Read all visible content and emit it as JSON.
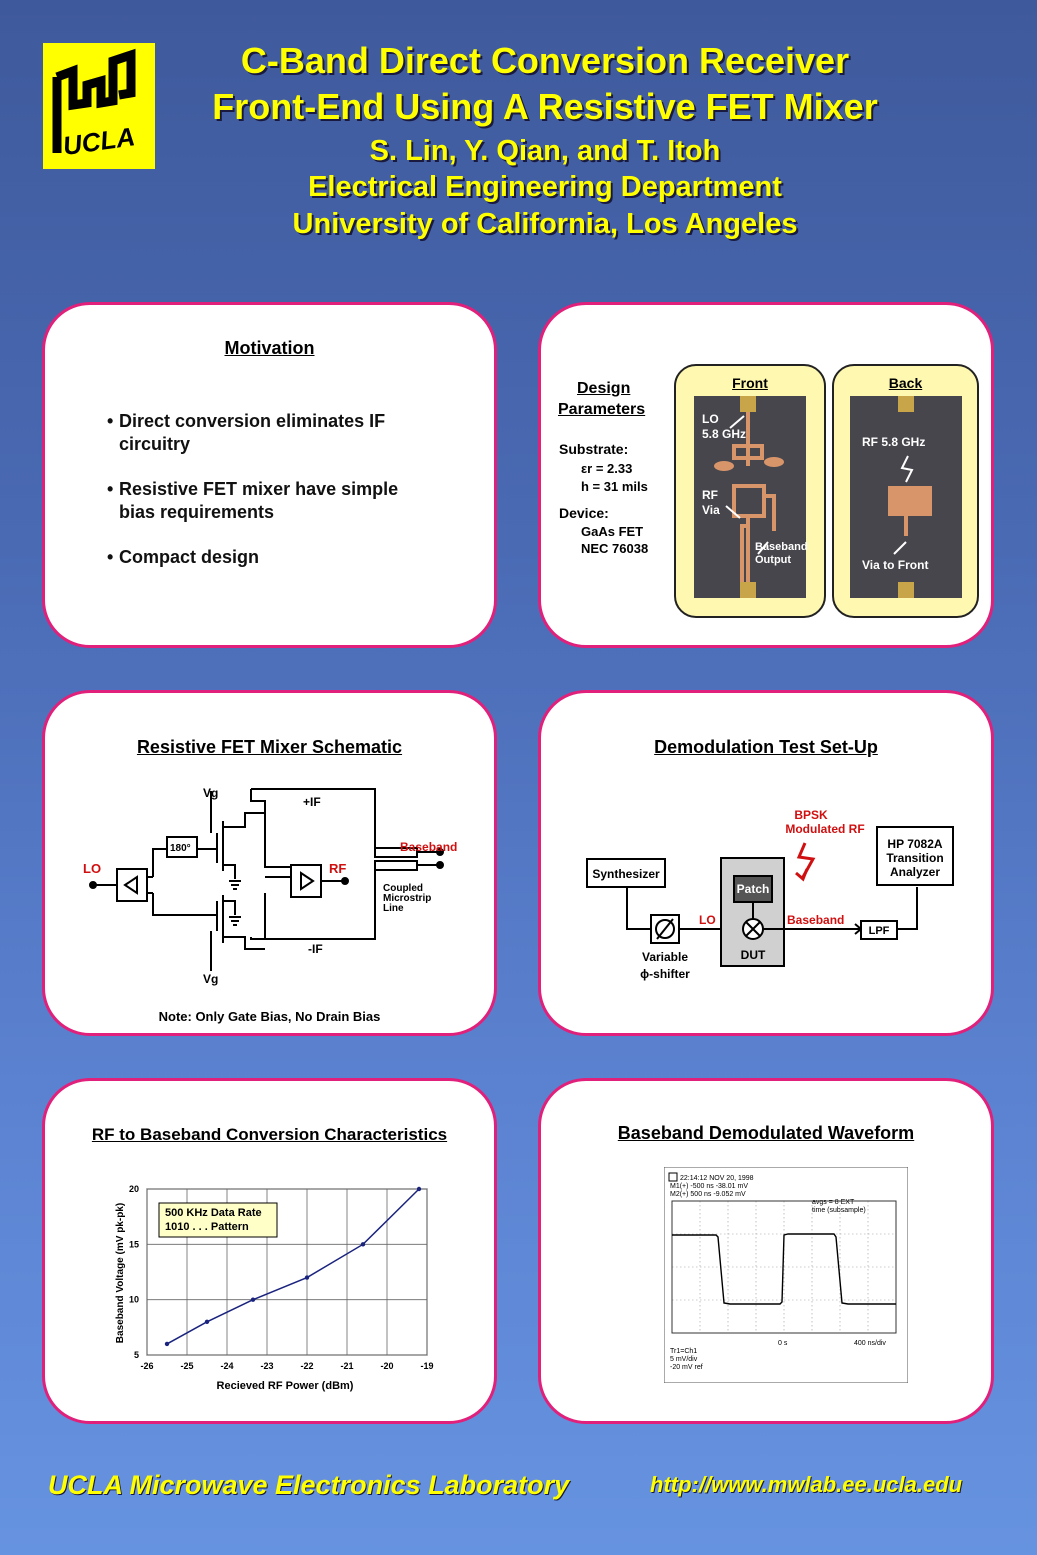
{
  "header": {
    "title_line1": "C-Band Direct Conversion Receiver",
    "title_line2": "Front-End Using A Resistive FET Mixer",
    "authors": "S. Lin, Y. Qian, and T. Itoh",
    "department": "Electrical Engineering Department",
    "university": "University of California, Los Angeles",
    "logo_text": "UCLA"
  },
  "motivation": {
    "title": "Motivation",
    "bullets": [
      "Direct conversion eliminates IF circuitry",
      "Resistive FET mixer have simple bias requirements",
      "Compact design"
    ]
  },
  "design": {
    "title_line1": "Design",
    "title_line2": "Parameters",
    "substrate_label": "Substrate:",
    "er": "εr = 2.33",
    "h": "h = 31 mils",
    "device_label": "Device:",
    "device1": "GaAs FET",
    "device2": "NEC 76038",
    "front_label": "Front",
    "back_label": "Back",
    "lo_label": "LO",
    "lo_freq": "5.8 GHz",
    "rf_label": "RF",
    "via_label": "Via",
    "baseband_label": "Baseband",
    "output_label": "Output",
    "rf_back": "RF 5.8 GHz",
    "via_front": "Via to Front"
  },
  "schematic": {
    "title": "Resistive FET Mixer Schematic",
    "vg_top": "Vg",
    "vg_bottom": "Vg",
    "plus_if": "+IF",
    "minus_if": "-IF",
    "phase": "180°",
    "lo": "LO",
    "rf": "RF",
    "baseband": "Baseband",
    "coupled1": "Coupled",
    "coupled2": "Microstrip",
    "coupled3": "Line",
    "note": "Note: Only Gate Bias, No Drain Bias"
  },
  "demod": {
    "title": "Demodulation Test Set-Up",
    "bpsk1": "BPSK",
    "bpsk2": "Modulated RF",
    "analyzer1": "HP 7082A",
    "analyzer2": "Transition",
    "analyzer3": "Analyzer",
    "synth": "Synthesizer",
    "patch": "Patch",
    "lo": "LO",
    "baseband": "Baseband",
    "lpf": "LPF",
    "dut": "DUT",
    "shifter1": "Variable",
    "shifter2": "ϕ-shifter",
    "phase_symbol": "Ø"
  },
  "conversion": {
    "title": "RF to Baseband Conversion Characteristics",
    "legend1": "500 KHz Data Rate",
    "legend2": "1010 . . .  Pattern"
  },
  "chart_data": {
    "type": "line",
    "title": "RF to Baseband Conversion Characteristics",
    "xlabel": "Recieved RF Power (dBm)",
    "ylabel": "Baseband Voltage (mV pk-pk)",
    "xlim": [
      -26,
      -19
    ],
    "ylim": [
      5,
      20
    ],
    "xticks": [
      -26,
      -25,
      -24,
      -23,
      -22,
      -21,
      -20,
      -19
    ],
    "yticks": [
      5,
      10,
      15,
      20
    ],
    "grid": true,
    "x": [
      -25.5,
      -24.5,
      -23.35,
      -22.0,
      -20.6,
      -19.2
    ],
    "y": [
      6,
      8,
      10,
      12,
      15,
      20
    ],
    "annotations": [
      "500 KHz Data Rate",
      "1010 . . .  Pattern"
    ]
  },
  "waveform": {
    "title": "Baseband Demodulated Waveform",
    "hdr1": "22:14:12   NOV 20, 1998",
    "hdr2": "M1(+)    -500 ns      -38.01 mV",
    "hdr3": "M2(+)     500 ns      -9.052 mV",
    "avgs": "avgs = 8        EXT",
    "timebase": "time (subsample)",
    "center": "0 s",
    "div": "400 ns/div",
    "ft1": "Tr1=Ch1",
    "ft2": "5 mV/div",
    "ft3": "-20 mV ref"
  },
  "footer": {
    "lab": "UCLA Microwave Electronics Laboratory",
    "url": "http://www.mwlab.ee.ucla.edu"
  },
  "colors": {
    "title": "#ffff00",
    "panel_border": "#e0207a",
    "accent_red": "#d01010",
    "photo_frame": "#fff8b0",
    "board": "#46464c"
  }
}
